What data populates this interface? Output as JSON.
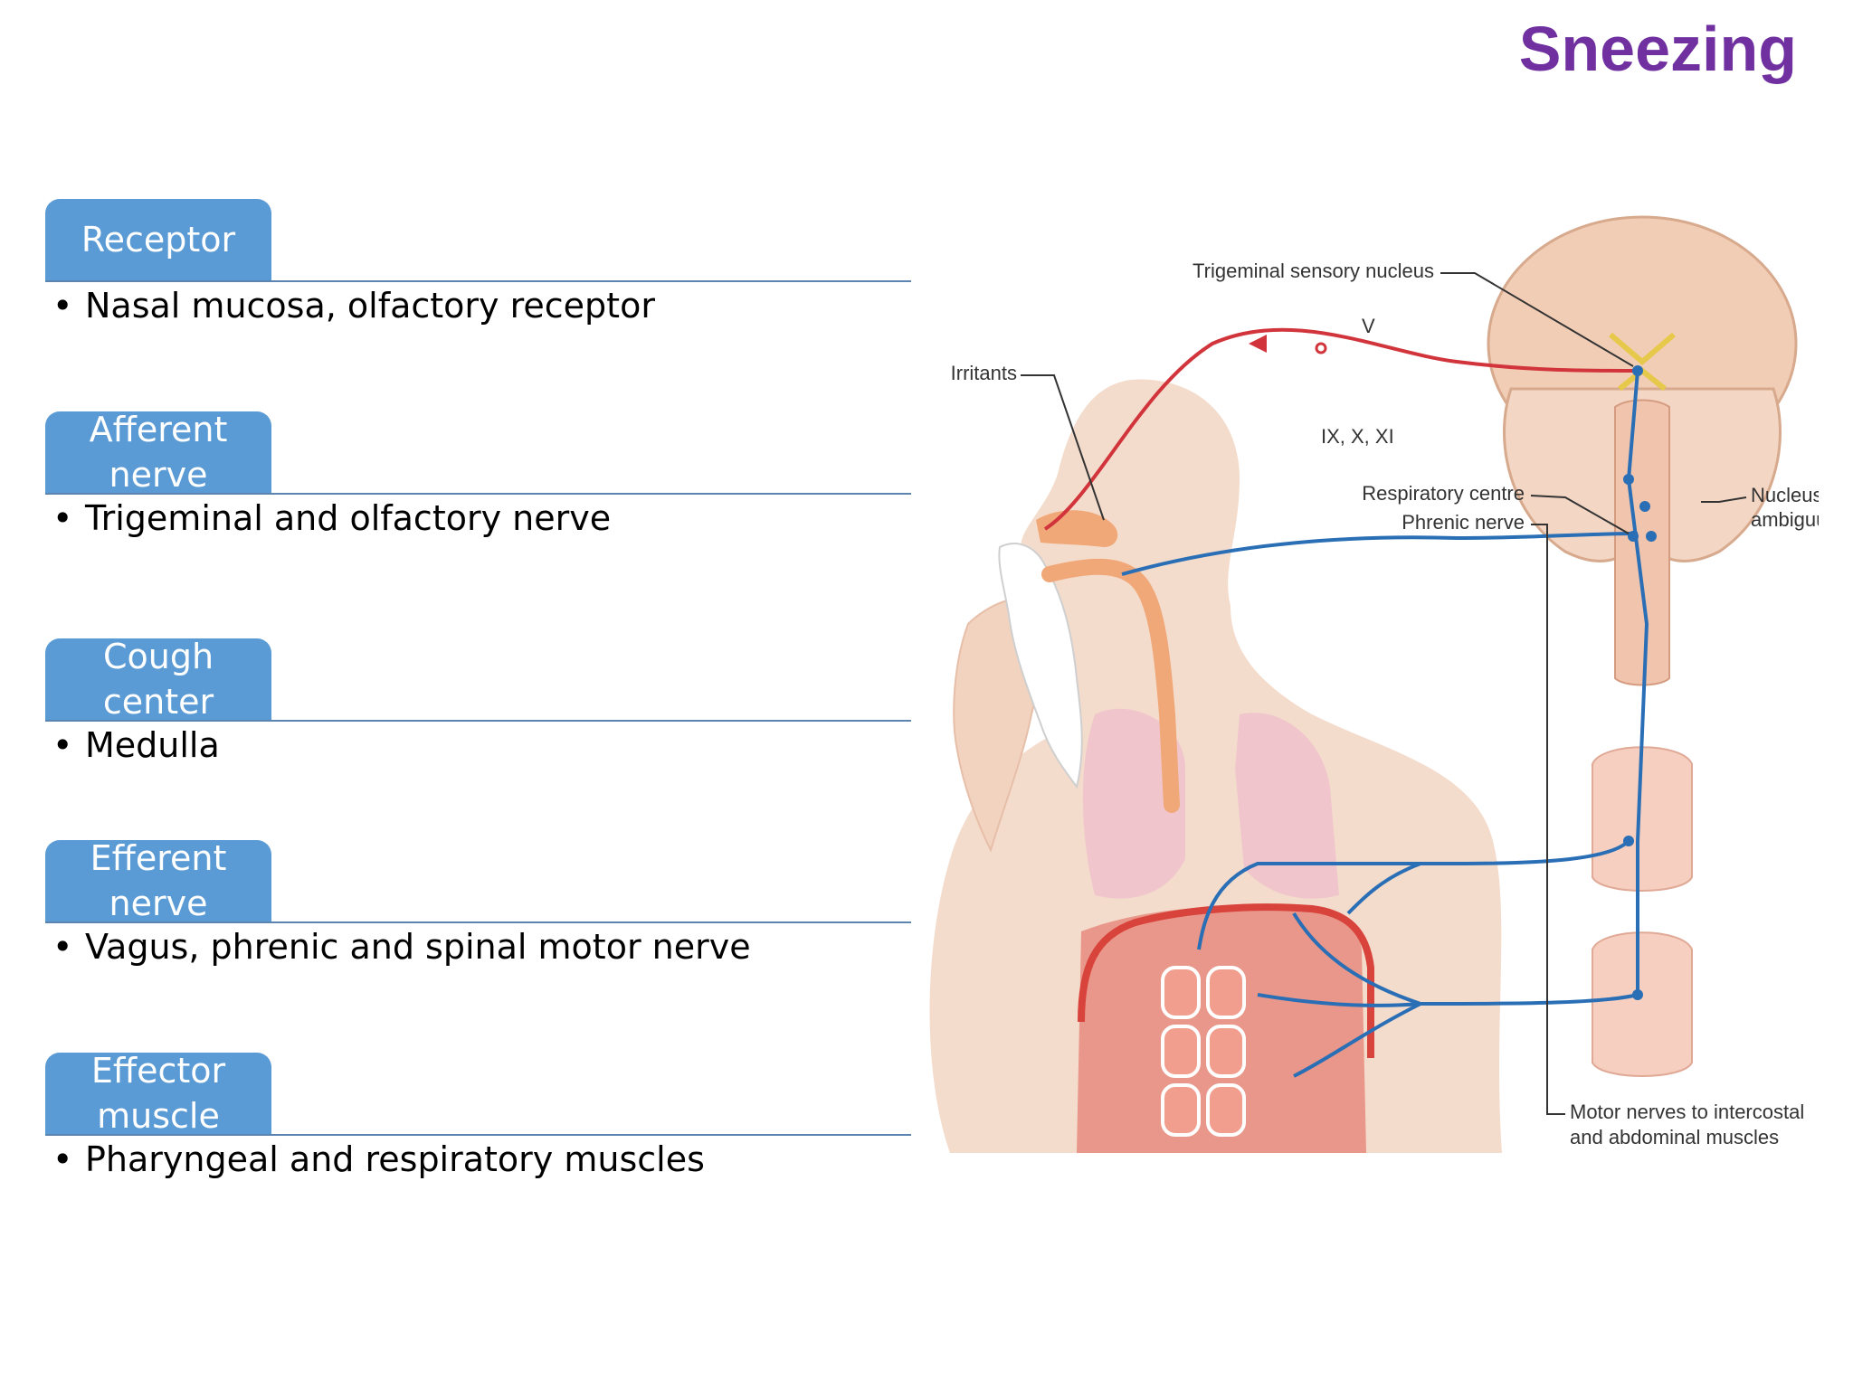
{
  "title": "Sneezing",
  "sections": [
    {
      "label": "Receptor",
      "text": "Nasal mucosa, olfactory receptor"
    },
    {
      "label": "Afferent\nnerve",
      "text": "Trigeminal and olfactory nerve"
    },
    {
      "label": "Cough\ncenter",
      "text": "Medulla"
    },
    {
      "label": "Efferent\nnerve",
      "text": "Vagus, phrenic and spinal motor nerve"
    },
    {
      "label": "Effector\nmuscle",
      "text": "Pharyngeal and respiratory muscles"
    }
  ],
  "diagram": {
    "labels": {
      "trigeminal_nucleus": "Trigeminal sensory nucleus",
      "irritants": "Irritants",
      "nerve_v": "V",
      "nerve_ix_x_xi": "IX, X, XI",
      "respiratory_centre": "Respiratory centre",
      "phrenic_nerve": "Phrenic nerve",
      "nucleus_ambiguus_1": "Nucleus",
      "nucleus_ambiguus_2": "ambiguus",
      "motor_nerves_1": "Motor nerves to intercostal",
      "motor_nerves_2": "and abdominal muscles"
    },
    "colors": {
      "afferent_nerve": "#d2343c",
      "efferent_nerve": "#2a6fb5",
      "skin": "#f3d8c7",
      "muscle": "#e9978a",
      "airway": "#f0a878",
      "brain": "#f2cdb5",
      "lungs": "#f0c6cc"
    }
  }
}
